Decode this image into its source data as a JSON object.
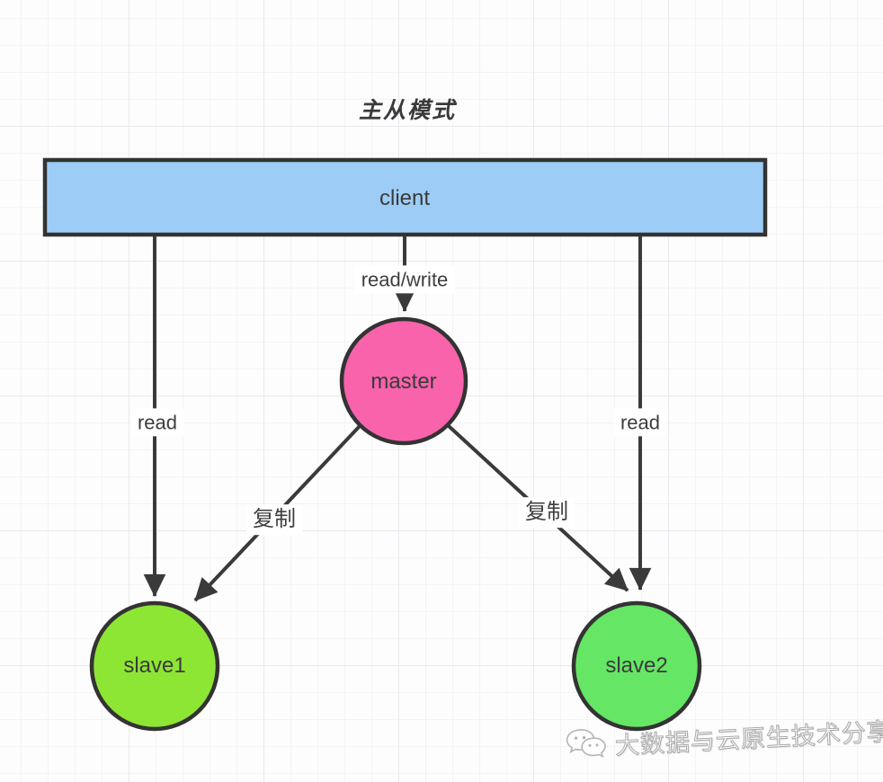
{
  "title": "主从模式",
  "nodes": {
    "client": {
      "label": "client",
      "fill": "#9dcdf6"
    },
    "master": {
      "label": "master",
      "fill": "#f863ab"
    },
    "slave1": {
      "label": "slave1",
      "fill": "#8de633"
    },
    "slave2": {
      "label": "slave2",
      "fill": "#65e665"
    }
  },
  "edges": {
    "client_slave1": {
      "label": "read"
    },
    "client_master": {
      "label": "read/write"
    },
    "client_slave2": {
      "label": "read"
    },
    "master_slave1": {
      "label": "复制"
    },
    "master_slave2": {
      "label": "复制"
    }
  },
  "watermark": {
    "text": "大数据与云原生技术分享",
    "icon": "wechat-icon"
  },
  "colors": {
    "edge_stroke": "#3a3a3a",
    "node_border": "#333333",
    "grid_line": "#e9e9ee",
    "text": "#3d3d3d"
  }
}
